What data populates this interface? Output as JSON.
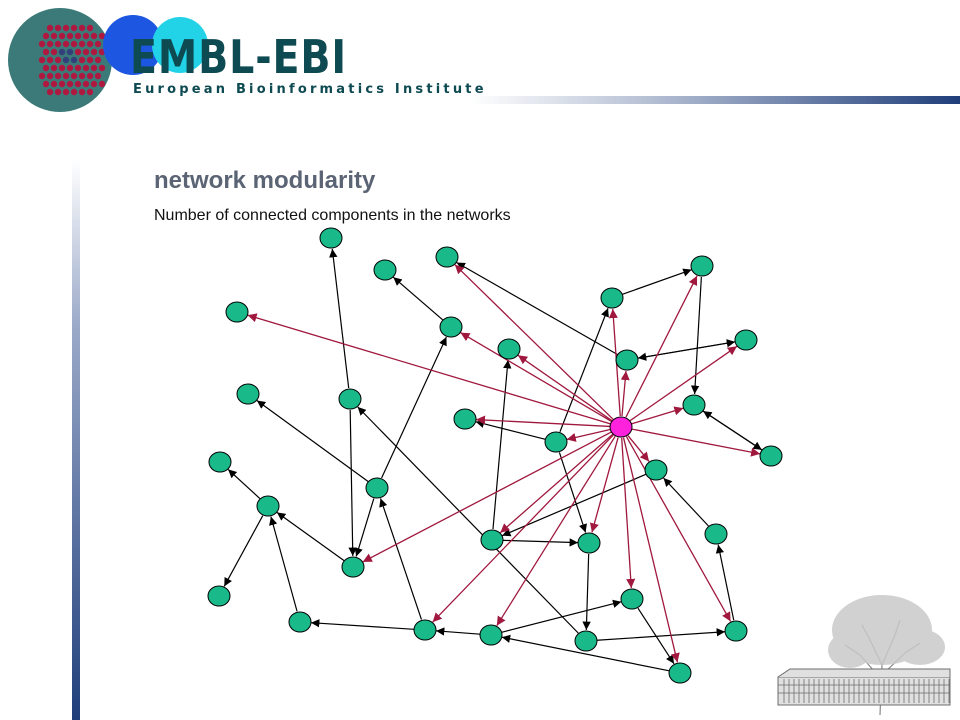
{
  "header": {
    "logo_name": "EMBL-EBI",
    "logo_subtitle": "European Bioinformatics Institute"
  },
  "slide": {
    "title": "network modularity",
    "subtitle": "Number of connected components in the networks"
  },
  "colors": {
    "node_fill": "#19b98a",
    "hub_fill": "#ff22dd",
    "black_edge": "#000000",
    "hub_edge": "#a0183e",
    "title": "#5b6474",
    "brand": "#0d4a52"
  },
  "icons": [
    "embl-ebi-logo-icon",
    "tree-building-illustration-icon"
  ]
}
